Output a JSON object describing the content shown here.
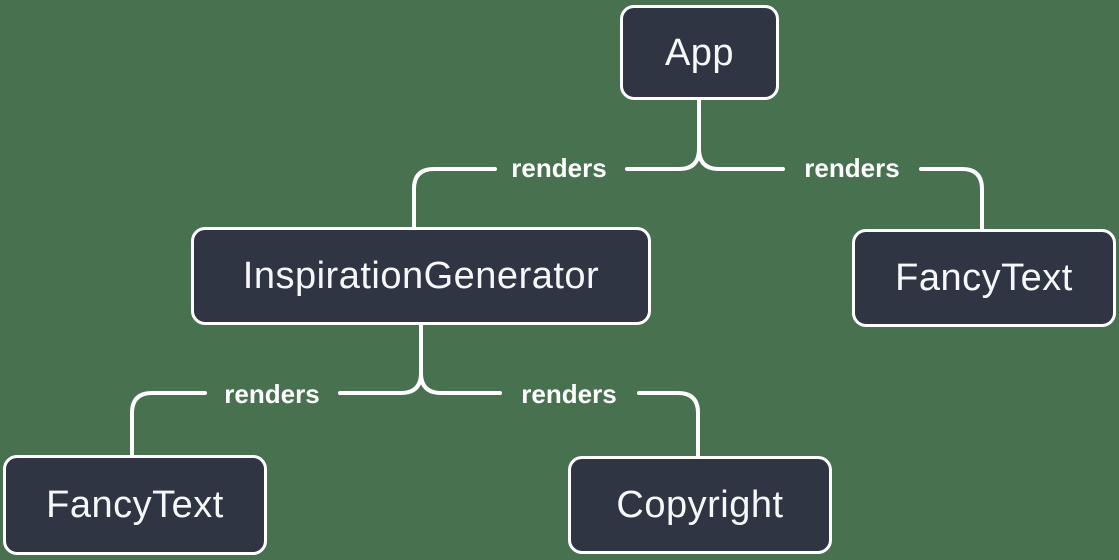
{
  "colors": {
    "background": "#47714F",
    "node_fill": "#2F3543",
    "node_border": "#FFFFFF",
    "connector_line": "#FFFFFF",
    "node_text": "#F6F7F9",
    "edge_label_text": "#FFFFFF"
  },
  "diagram": {
    "type": "component-render-tree",
    "nodes": [
      {
        "id": "app",
        "label": "App"
      },
      {
        "id": "inspiration-generator",
        "label": "InspirationGenerator"
      },
      {
        "id": "fancy-text-top",
        "label": "FancyText"
      },
      {
        "id": "fancy-text-bottom",
        "label": "FancyText"
      },
      {
        "id": "copyright",
        "label": "Copyright"
      }
    ],
    "edges": [
      {
        "from": "App",
        "to": "InspirationGenerator",
        "label": "renders"
      },
      {
        "from": "App",
        "to": "FancyText",
        "label": "renders"
      },
      {
        "from": "InspirationGenerator",
        "to": "FancyText",
        "label": "renders"
      },
      {
        "from": "InspirationGenerator",
        "to": "Copyright",
        "label": "renders"
      }
    ]
  }
}
